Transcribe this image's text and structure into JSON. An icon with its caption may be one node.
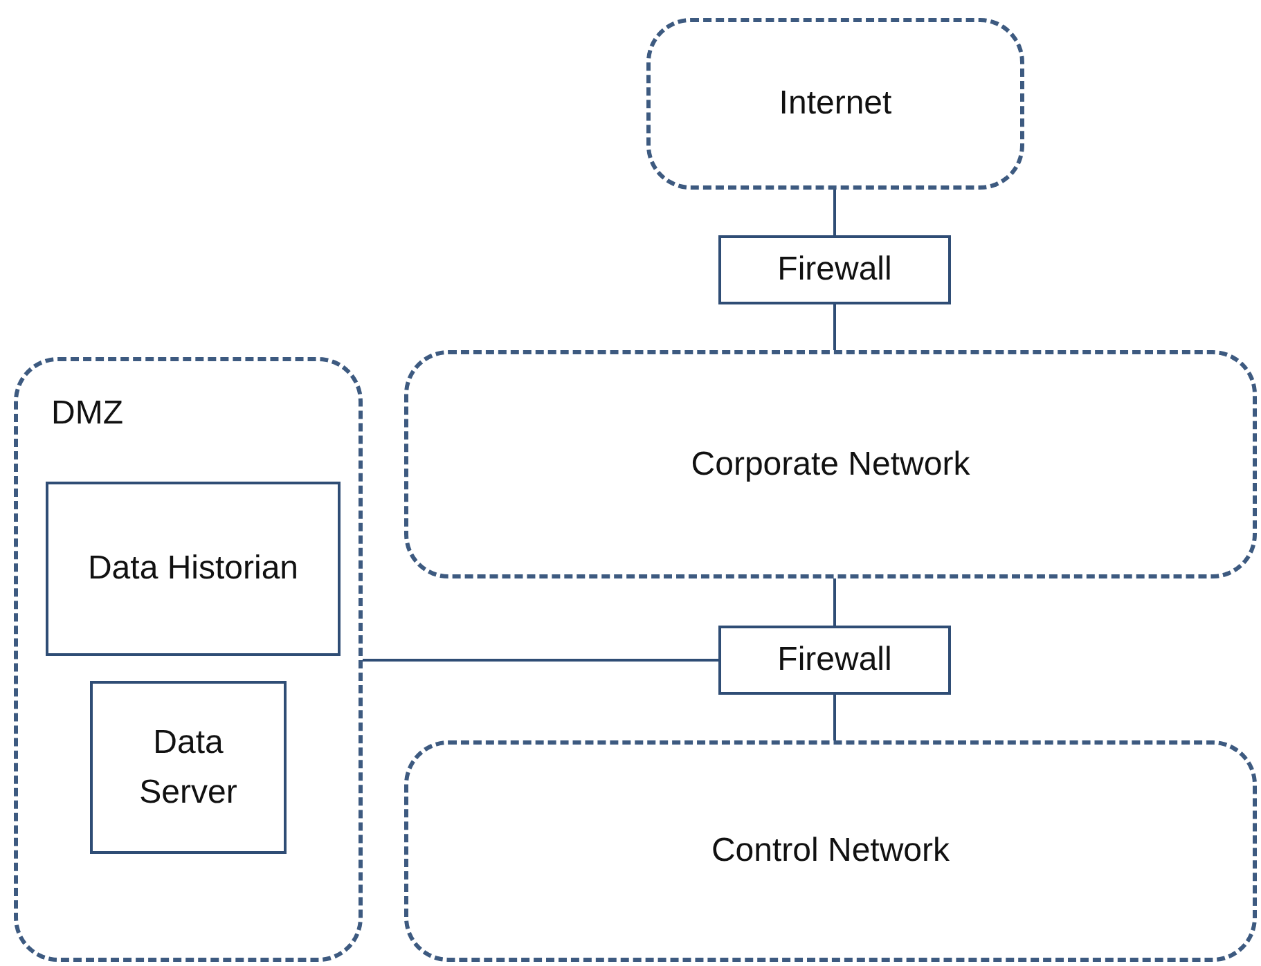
{
  "diagram": {
    "nodes": [
      {
        "text": [
          "Internet"
        ]
      },
      {
        "text": [
          "Firewall"
        ]
      },
      {
        "text": [
          "DMZ"
        ]
      },
      {
        "text": [
          "Data Historian"
        ],
        "in": 2
      },
      {
        "text": [
          "Data Server"
        ],
        "in": 2
      },
      {
        "text": [
          "Corporate Network"
        ]
      },
      {
        "text": [
          "Firewall"
        ]
      },
      {
        "text": [
          "Control Network"
        ]
      }
    ],
    "edges": [
      {
        "from": 0,
        "to": 1,
        "arrow": "none"
      },
      {
        "from": 1,
        "to": 5,
        "arrow": "none"
      },
      {
        "from": 5,
        "to": 6,
        "arrow": "none"
      },
      {
        "from": 6,
        "to": 7,
        "arrow": "none"
      },
      {
        "from": 2,
        "to": 6,
        "arrow": "none"
      }
    ]
  }
}
